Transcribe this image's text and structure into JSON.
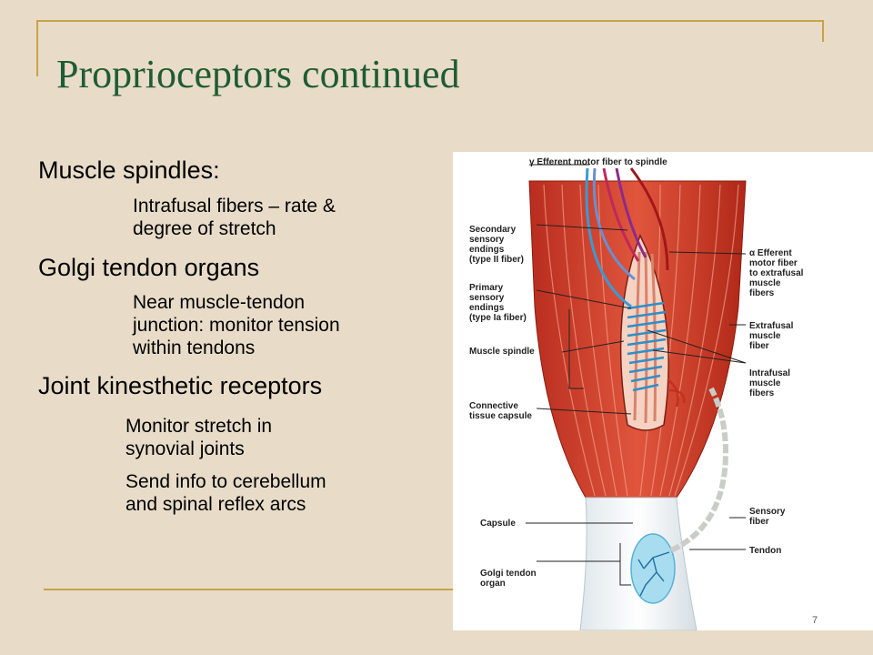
{
  "slide": {
    "title": "Proprioceptors continued",
    "page_number": "7"
  },
  "content": {
    "muscle_spindles": {
      "heading": "Muscle spindles:",
      "detail_lines": [
        "Intrafusal fibers – rate &",
        "degree of stretch"
      ]
    },
    "golgi": {
      "heading": "Golgi tendon organs",
      "detail_lines": [
        "Near muscle-tendon",
        "junction: monitor tension",
        "within tendons"
      ]
    },
    "joint": {
      "heading": "Joint kinesthetic receptors",
      "bullet1_lines": [
        "Monitor stretch in",
        "synovial joints"
      ],
      "bullet2_lines": [
        "Send info to cerebellum",
        "and spinal reflex arcs"
      ]
    }
  },
  "figure": {
    "labels": {
      "gamma_efferent": "γ Efferent motor fiber to spindle",
      "secondary": [
        "Secondary",
        "sensory",
        "endings",
        "(type II fiber)"
      ],
      "primary": [
        "Primary",
        "sensory",
        "endings",
        "(type Ia fiber)"
      ],
      "muscle_spindle": "Muscle spindle",
      "connective": [
        "Connective",
        "tissue capsule"
      ],
      "alpha_efferent": [
        "α Efferent",
        "motor fiber",
        "to extrafusal",
        "muscle",
        "fibers"
      ],
      "extrafusal": [
        "Extrafusal",
        "muscle",
        "fiber"
      ],
      "intrafusal": [
        "Intrafusal",
        "muscle",
        "fibers"
      ],
      "capsule": "Capsule",
      "sensory_fiber": [
        "Sensory",
        "fiber"
      ],
      "tendon": "Tendon",
      "golgi_organ": [
        "Golgi tendon",
        "organ"
      ]
    }
  }
}
